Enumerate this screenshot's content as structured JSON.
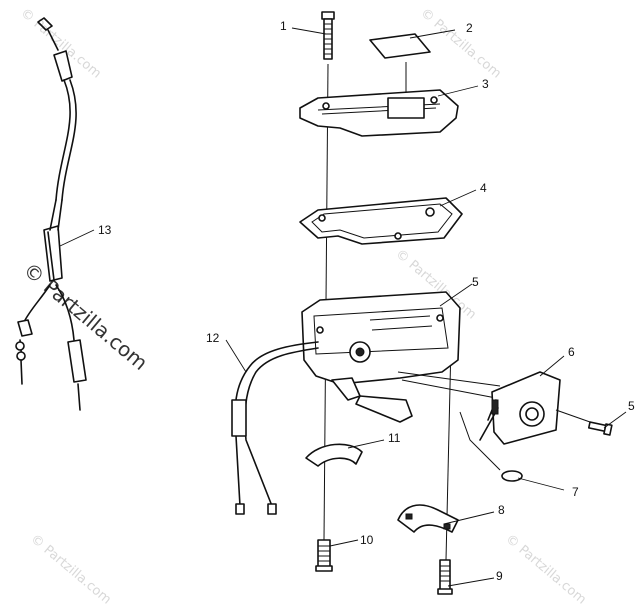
{
  "watermarks": {
    "small": "© Partzilla.com",
    "large": "© Partzilla.com"
  },
  "callouts": [
    "1",
    "2",
    "3",
    "4",
    "5",
    "5",
    "6",
    "7",
    "8",
    "9",
    "10",
    "11",
    "12",
    "13"
  ],
  "colors": {
    "line": "#111111",
    "watermark_light": "#d8d8d8",
    "watermark_dark": "#333333",
    "background": "#ffffff"
  }
}
